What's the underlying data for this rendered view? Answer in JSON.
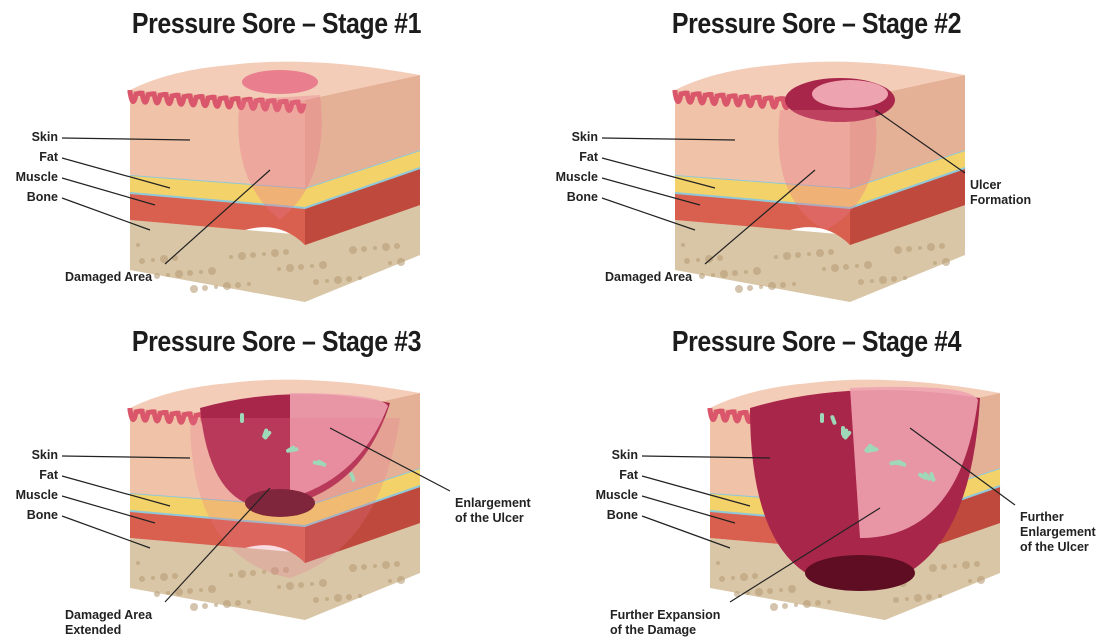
{
  "stages": [
    {
      "title": "Pressure Sore – Stage #1",
      "layers": [
        "Skin",
        "Fat",
        "Muscle",
        "Bone"
      ],
      "callouts": [
        {
          "key": "damaged",
          "lines": [
            "Damaged Area"
          ]
        }
      ]
    },
    {
      "title": "Pressure Sore – Stage #2",
      "layers": [
        "Skin",
        "Fat",
        "Muscle",
        "Bone"
      ],
      "callouts": [
        {
          "key": "damaged",
          "lines": [
            "Damaged Area"
          ]
        },
        {
          "key": "ulcer",
          "lines": [
            "Ulcer",
            "Formation"
          ]
        }
      ]
    },
    {
      "title": "Pressure Sore – Stage #3",
      "layers": [
        "Skin",
        "Fat",
        "Muscle",
        "Bone"
      ],
      "callouts": [
        {
          "key": "damaged",
          "lines": [
            "Damaged Area",
            "Extended"
          ]
        },
        {
          "key": "ulcer",
          "lines": [
            "Enlargement",
            "of the Ulcer"
          ]
        }
      ]
    },
    {
      "title": "Pressure Sore – Stage #4",
      "layers": [
        "Skin",
        "Fat",
        "Muscle",
        "Bone"
      ],
      "callouts": [
        {
          "key": "damaged",
          "lines": [
            "Further Expansion",
            "of the Damage"
          ]
        },
        {
          "key": "ulcer",
          "lines": [
            "Further",
            "Enlargement",
            "of the Ulcer"
          ]
        }
      ]
    }
  ],
  "colors": {
    "skin_top": "#f3cdb8",
    "skin_side": "#f0c2a8",
    "epidermis": "#d9566b",
    "fat": "#f3d26a",
    "muscle": "#d9604f",
    "muscle_dark": "#a8362e",
    "bone": "#d9c6a6",
    "bone_dark": "#b89c77",
    "wound": "#a8264a",
    "wound_deep": "#5e0d22",
    "lesion": "#e8758a",
    "bacteria": "#9fd8b8"
  }
}
